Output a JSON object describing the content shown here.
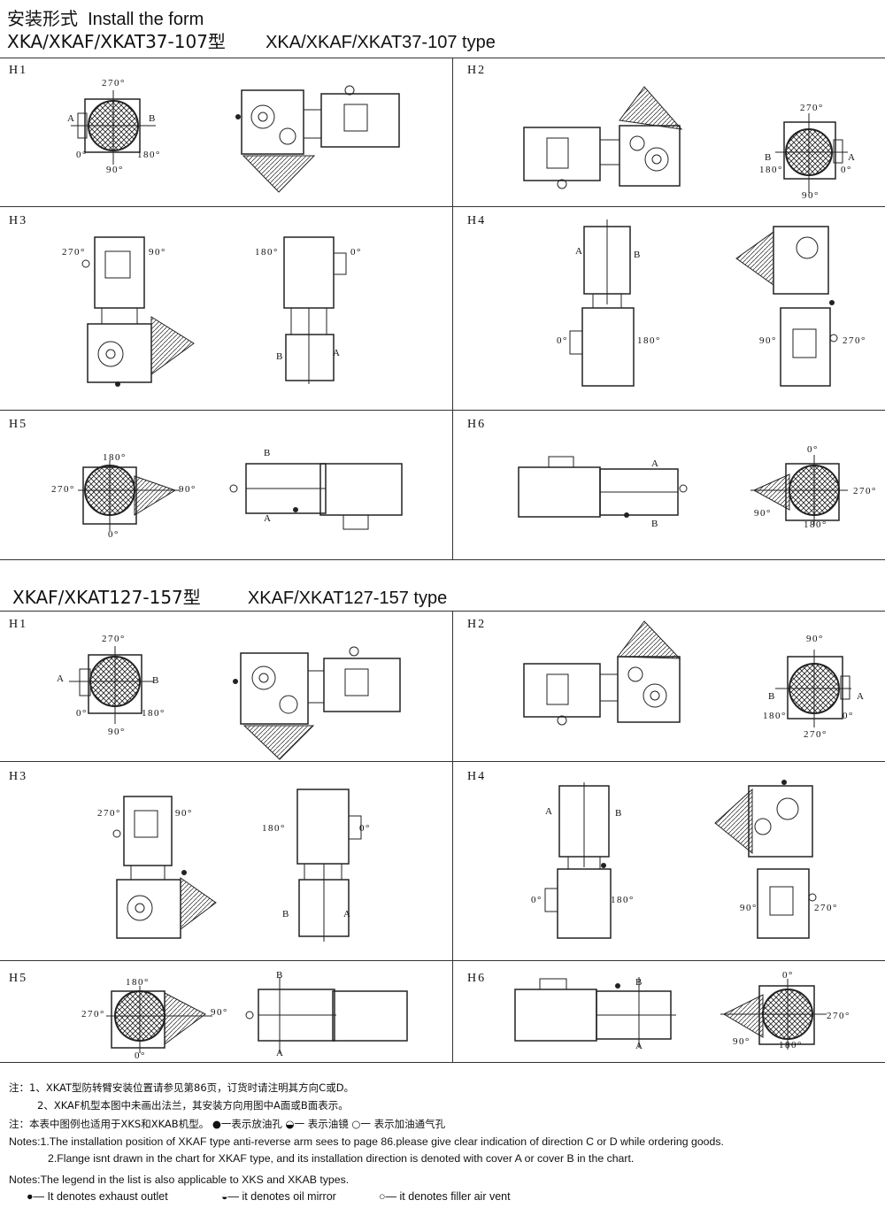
{
  "section1": {
    "heading_cn": "安装形式",
    "heading_en": "Install the form",
    "model_cn": "XKA/XKAF/XKAT37-107型",
    "model_en": "XKA/XKAF/XKAT37-107 type",
    "cells": [
      {
        "label": "H1",
        "angles": [
          "270°",
          "180°",
          "0°",
          "90°"
        ],
        "ab": [
          "A",
          "B"
        ]
      },
      {
        "label": "H2",
        "angles": [
          "270°",
          "180°",
          "0°",
          "90°"
        ],
        "ab": [
          "B",
          "A"
        ]
      },
      {
        "label": "H3",
        "angles": [
          "270°",
          "90°",
          "180°",
          "0°"
        ],
        "ab": [
          "B",
          "A"
        ]
      },
      {
        "label": "H4",
        "angles": [
          "0°",
          "180°",
          "90°",
          "270°"
        ],
        "ab": [
          "A",
          "B"
        ]
      },
      {
        "label": "H5",
        "angles": [
          "180°",
          "270°",
          "90°",
          "0°"
        ],
        "ab": [
          "B",
          "A"
        ]
      },
      {
        "label": "H6",
        "angles": [
          "0°",
          "270°",
          "90°",
          "180°"
        ],
        "ab": [
          "A",
          "B"
        ]
      }
    ]
  },
  "section2": {
    "model_cn": "XKAF/XKAT127-157型",
    "model_en": "XKAF/XKAT127-157 type",
    "cells": [
      {
        "label": "H1",
        "angles": [
          "270°",
          "180°",
          "0°",
          "90°"
        ],
        "ab": [
          "A",
          "B"
        ]
      },
      {
        "label": "H2",
        "angles": [
          "90°",
          "180°",
          "0°",
          "270°"
        ],
        "ab": [
          "B",
          "A"
        ]
      },
      {
        "label": "H3",
        "angles": [
          "270°",
          "90°",
          "180°",
          "0°"
        ],
        "ab": [
          "B",
          "A"
        ]
      },
      {
        "label": "H4",
        "angles": [
          "0°",
          "180°",
          "90°",
          "270°"
        ],
        "ab": [
          "A",
          "B"
        ]
      },
      {
        "label": "H5",
        "angles": [
          "180°",
          "270°",
          "90°",
          "0°"
        ],
        "ab": [
          "B",
          "A"
        ]
      },
      {
        "label": "H6",
        "angles": [
          "0°",
          "270°",
          "90°",
          "180°"
        ],
        "ab": [
          "B",
          "A"
        ]
      }
    ]
  },
  "notes": {
    "cn1": "注：1、XKAT型防转臂安装位置请参见第86页，订货时请注明其方向C或D。",
    "cn2": "2、XKAF机型本图中未画出法兰，其安装方向用图中A面或B面表示。",
    "cn3": "注：本表中图例也适用于XKS和XKAB机型。 ●一表示放油孔  ◒一 表示油镜  ○一 表示加油通气孔",
    "en1": "Notes:1.The installation position of XKAF type anti-reverse arm sees to page 86.please give clear indication of direction C or D while ordering goods.",
    "en2": "2.Flange isnt drawn in the chart for XKAF type, and its installation direction is denoted with cover A or cover B in the chart.",
    "en3": "Notes:The legend in the list is also applicable to XKS and XKAB types.",
    "legend1": "●— It denotes exhaust outlet",
    "legend2": "◒— it denotes oil mirror",
    "legend3": "○— it denotes filler air vent"
  }
}
